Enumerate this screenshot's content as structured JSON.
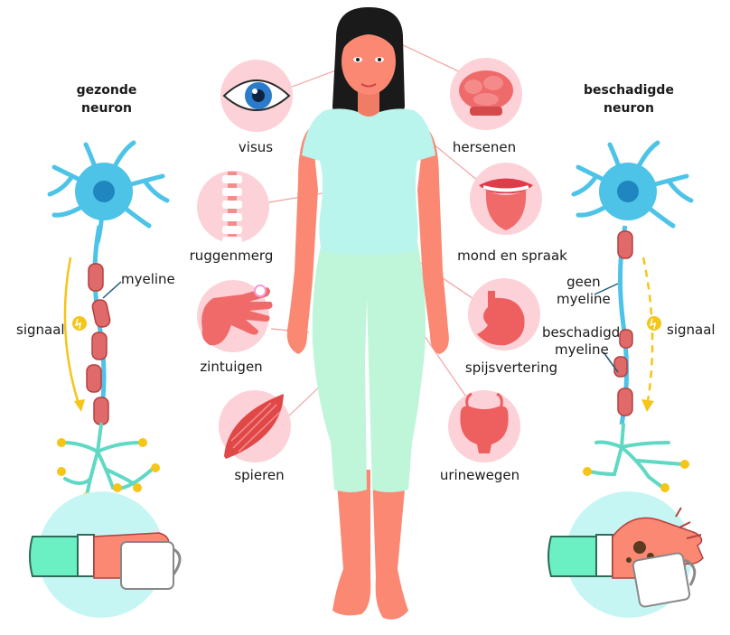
{
  "left_panel": {
    "title_line1": "gezonde",
    "title_line2": "neuron",
    "myelin_label": "myeline",
    "signal_label": "signaal"
  },
  "right_panel": {
    "title_line1": "beschadigde",
    "title_line2": "neuron",
    "no_myelin_line1": "geen",
    "no_myelin_line2": "myeline",
    "damaged_myelin_line1": "beschadigd",
    "damaged_myelin_line2": "myeline",
    "signal_label": "signaal"
  },
  "organs": {
    "vision": "visus",
    "brain": "hersenen",
    "spinal_cord": "ruggenmerg",
    "mouth": "mond en spraak",
    "senses": "zintuigen",
    "digestion": "spijsvertering",
    "muscles": "spieren",
    "urinary": "urinewegen"
  },
  "colors": {
    "neuron": "#4dc3e8",
    "nucleus": "#1f86c0",
    "myelin": "#e06a6a",
    "dendrite": "#5fd9c4",
    "signal": "#f5c518",
    "skin": "#fa8872",
    "shirt": "#b9f5ec",
    "pants": "#bff5d9",
    "hair": "#1a1a1a",
    "organ_circle": "#fcd2d8",
    "hand_circle": "#c6f6f4"
  }
}
